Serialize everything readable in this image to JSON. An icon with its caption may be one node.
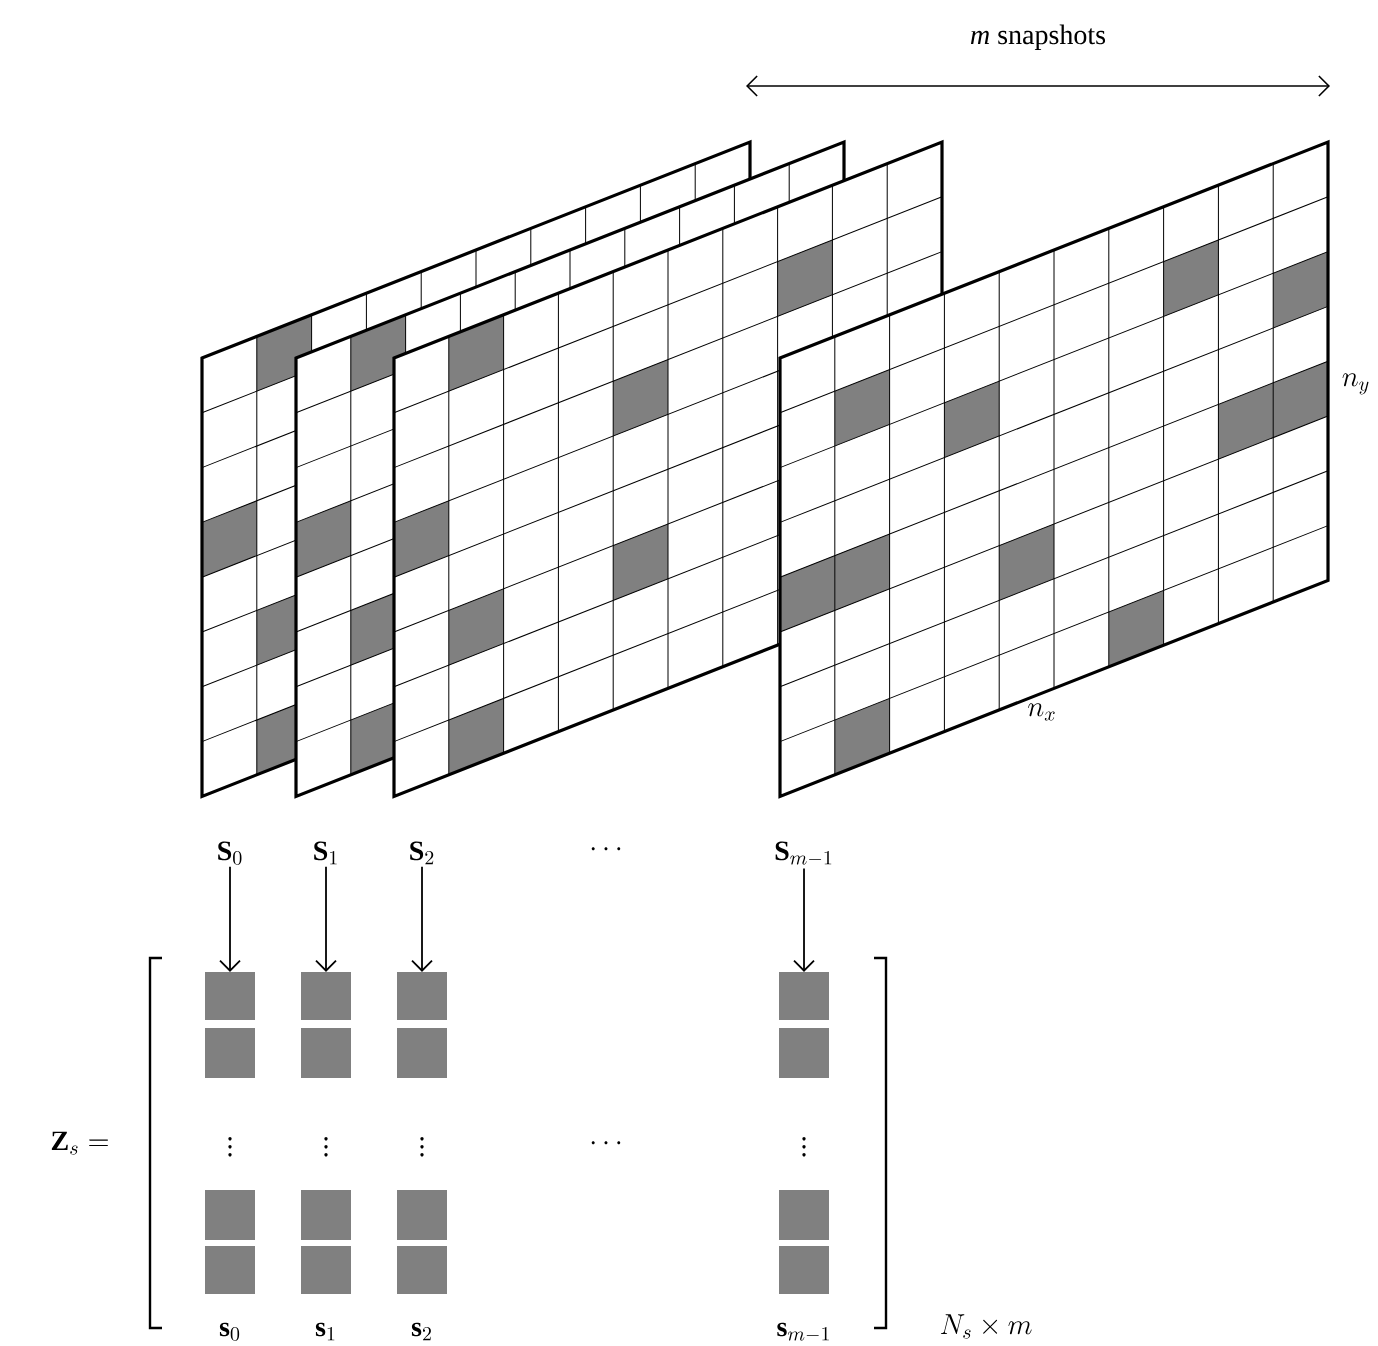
{
  "diagram": {
    "nodes": [
      {
        "text": [
          "\\mathbf{S}_0"
        ]
      },
      {
        "text": [
          "\\mathbf{S}_1"
        ]
      },
      {
        "text": [
          "\\mathbf{S}_2"
        ]
      },
      {
        "text": [
          "\\mathbf{S}_{m-1}"
        ]
      },
      {
        "text": [],
        "shape": "bar",
        "beside": [
          "\\mathbf{s}_0"
        ]
      },
      {
        "text": [],
        "shape": "bar",
        "beside": [
          "\\mathbf{s}_1"
        ]
      },
      {
        "text": [],
        "shape": "bar",
        "beside": [
          "\\mathbf{s}_2"
        ]
      },
      {
        "text": [],
        "shape": "bar",
        "beside": [
          "\\mathbf{s}_{m-1}"
        ]
      }
    ],
    "edges": [
      {
        "from": 0,
        "to": 4,
        "arrow": "to"
      },
      {
        "from": 1,
        "to": 5,
        "arrow": "to"
      },
      {
        "from": 2,
        "to": 6,
        "arrow": "to"
      },
      {
        "from": 3,
        "to": 7,
        "arrow": "to"
      }
    ],
    "labels": [
      "*m* snapshots",
      "n_y",
      "n_x",
      "\\cdots",
      "\\mathbf{Z}_s =",
      "\\vdots",
      "\\vdots",
      "\\vdots",
      "\\cdots",
      "\\vdots",
      "N_s \\times m"
    ]
  }
}
